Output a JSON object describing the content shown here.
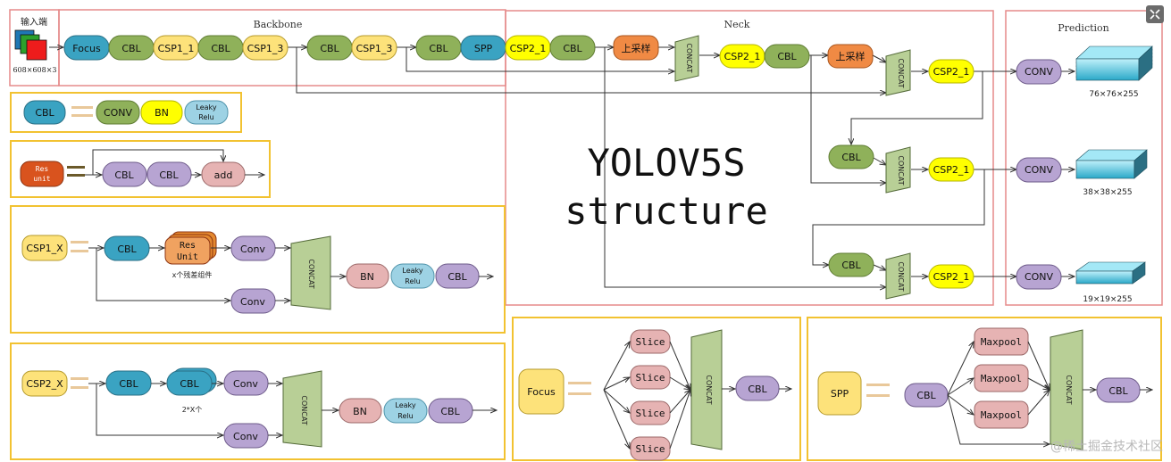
{
  "colors": {
    "cbl": "#8fb15a",
    "csp": "#fde27a",
    "csp2": "#ffff00",
    "focus": "#3aa3c2",
    "spp": "#3aa3c2",
    "conv_purple": "#b7a4d2",
    "bn_pink": "#e6b3b3",
    "leaky": "#9dd2e4",
    "res_orange": "#e4892f",
    "upsample": "#f08a44",
    "concat": "#b8cf96",
    "frame_red": "#e58a8a",
    "frame_yellow": "#f2c231"
  },
  "input": {
    "label": "输入端",
    "size": "608×608×3"
  },
  "sections": {
    "backbone": "Backbone",
    "neck": "Neck",
    "prediction": "Prediction"
  },
  "title": {
    "line1": "YOLOV5S",
    "line2": "structure"
  },
  "blocks": {
    "focus": "Focus",
    "cbl": "CBL",
    "csp1_1": "CSP1_1",
    "csp1_3": "CSP1_3",
    "spp": "SPP",
    "csp2_1": "CSP2_1",
    "upsample": "上采样",
    "concat": "CONCAT",
    "conv_upper": "CONV",
    "conv": "Conv",
    "bn": "BN",
    "leaky": "Leaky Relu",
    "res_unit": "Res unit",
    "res_unit_cap": "Res Unit",
    "add": "add",
    "csp1_x": "CSP1_X",
    "csp2_x": "CSP2_X",
    "slice": "Slice",
    "maxpool": "Maxpool"
  },
  "captions": {
    "x_residual": "x个残差组件",
    "two_x": "2*X个",
    "out_large": "76×76×255",
    "out_mid": "38×38×255",
    "out_small": "19×19×255"
  },
  "watermark": "@稀土掘金技术社区",
  "corner_icon": "collapse-icon"
}
